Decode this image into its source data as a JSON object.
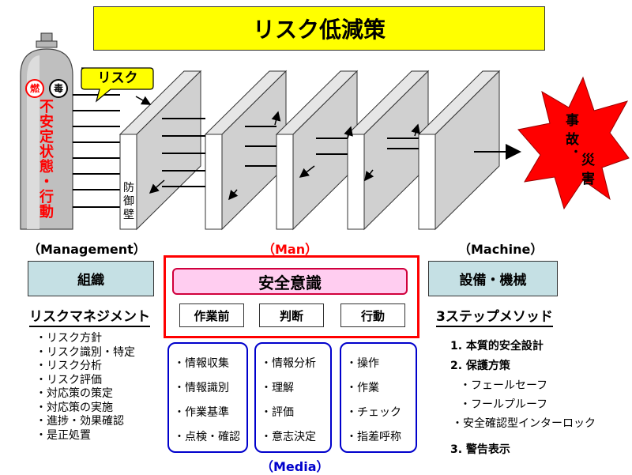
{
  "title": "リスク低減策",
  "hazard": {
    "badge_fire": "燃",
    "badge_poison": "毒",
    "vertical_text": [
      "不",
      "安",
      "定",
      "状",
      "態",
      "・",
      "行",
      "動"
    ]
  },
  "risk_callout": "リスク",
  "wall_label": [
    "防",
    "御",
    "壁"
  ],
  "accident": [
    "事",
    "故",
    "・",
    "災",
    "害"
  ],
  "labels": {
    "management": "（Management）",
    "man": "（Man）",
    "machine": "（Machine）",
    "media": "（Media）"
  },
  "management": {
    "box": "組織",
    "heading": "リスクマネジメント",
    "items": [
      "・リスク方針",
      "・リスク識別・特定",
      "・リスク分析",
      "・リスク評価",
      "・対応策の策定",
      "・対応策の実施",
      "・進捗・効果確認",
      "・是正処置"
    ]
  },
  "man": {
    "awareness": "安全意識",
    "stages": [
      "作業前",
      "判断",
      "行動"
    ]
  },
  "media": {
    "col1": [
      "・情報収集",
      "・情報識別",
      "・作業基準",
      "・点検・確認"
    ],
    "col2": [
      "・情報分析",
      "・理解",
      "・評価",
      "・意志決定"
    ],
    "col3": [
      "・操作",
      "・作業",
      "・チェック",
      "・指差呼称"
    ]
  },
  "machine": {
    "box": "設備・機械",
    "heading": "3ステップメソッド",
    "items": [
      "1. 本質的安全設計",
      "2. 保護方策",
      "・フェールセーフ",
      "・フールプルーフ",
      "・安全確認型インターロック",
      "3. 警告表示"
    ]
  },
  "colors": {
    "title_bg": "#ffff00",
    "hazard_text": "#ff0000",
    "accident_fill": "#ff0000",
    "awareness_bg": "#ffcdf0",
    "man_frame": "#ff0000",
    "media_border": "#0000cc",
    "org_box_bg": "#c5e0e4"
  }
}
